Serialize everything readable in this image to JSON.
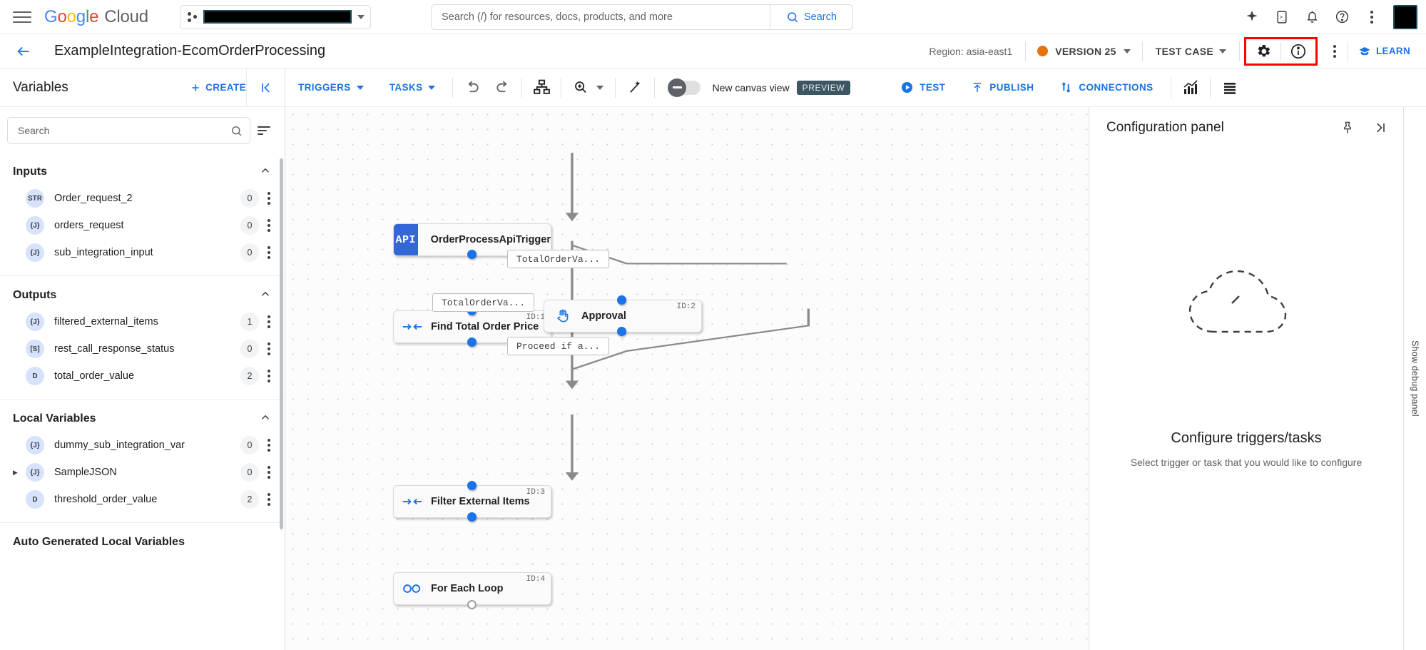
{
  "topbar": {
    "logo_google": "Google",
    "logo_cloud": "Cloud",
    "project_selector_value": "",
    "search_placeholder": "Search (/) for resources, docs, products, and more",
    "search_button_label": "Search",
    "icons": [
      "gemini-sparkle-icon",
      "cloud-shell-icon",
      "notifications-bell-icon",
      "help-question-icon",
      "overflow-kebab-icon",
      "user-avatar"
    ]
  },
  "titlebar": {
    "back_label": "←",
    "page_title": "ExampleIntegration-EcomOrderProcessing",
    "region_label": "Region: asia-east1",
    "version_label": "VERSION 25",
    "version_status_color": "#E8710A",
    "test_case_label": "TEST CASE",
    "learn_label": "LEARN",
    "highlight_color": "#FF0000",
    "highlighted_icons": [
      "settings-gear-icon",
      "info-circle-icon"
    ]
  },
  "toolrow": {
    "triggers_label": "TRIGGERS",
    "tasks_label": "TASKS",
    "undo_icon": "undo-icon",
    "redo_icon": "redo-icon",
    "layout_icon": "auto-layout-icon",
    "zoom_icon": "zoom-icon",
    "magic_icon": "magic-wand-icon",
    "new_canvas_label": "New canvas view",
    "preview_badge": "PREVIEW",
    "test_label": "TEST",
    "publish_label": "PUBLISH",
    "connections_label": "CONNECTIONS",
    "analytics_icon": "analytics-chart-icon",
    "logs_icon": "logs-list-icon"
  },
  "variables_panel": {
    "title": "Variables",
    "create_label": "CREATE",
    "collapse_icon": "collapse-panel-icon",
    "search_placeholder": "Search",
    "search_value": "",
    "sort_icon": "sort-filter-icon",
    "groups": [
      {
        "title": "Inputs",
        "items": [
          {
            "type": "STR",
            "name": "Order_request_2",
            "count": "0",
            "expandable": false
          },
          {
            "type": "{J}",
            "name": "orders_request",
            "count": "0",
            "expandable": false
          },
          {
            "type": "{J}",
            "name": "sub_integration_input",
            "count": "0",
            "expandable": false
          }
        ]
      },
      {
        "title": "Outputs",
        "items": [
          {
            "type": "{J}",
            "name": "filtered_external_items",
            "count": "1",
            "expandable": false
          },
          {
            "type": "[S]",
            "name": "rest_call_response_status",
            "count": "0",
            "expandable": false
          },
          {
            "type": "D",
            "name": "total_order_value",
            "count": "2",
            "expandable": false
          }
        ]
      },
      {
        "title": "Local Variables",
        "items": [
          {
            "type": "{J}",
            "name": "dummy_sub_integration_var",
            "count": "0",
            "expandable": false
          },
          {
            "type": "{J}",
            "name": "SampleJSON",
            "count": "0",
            "expandable": true
          },
          {
            "type": "D",
            "name": "threshold_order_value",
            "count": "2",
            "expandable": false
          }
        ]
      },
      {
        "title": "Auto Generated Local Variables",
        "items": []
      }
    ]
  },
  "canvas": {
    "nodes": [
      {
        "id": "",
        "label": "OrderProcessApiTrigger",
        "icon": "api-trigger-icon",
        "kind": "trigger"
      },
      {
        "id": "ID:1",
        "label": "Find Total Order Price",
        "icon": "data-mapping-icon",
        "kind": "task"
      },
      {
        "id": "ID:2",
        "label": "Approval",
        "icon": "approval-hand-icon",
        "kind": "task"
      },
      {
        "id": "ID:3",
        "label": "Filter External Items",
        "icon": "data-mapping-icon",
        "kind": "task"
      },
      {
        "id": "ID:4",
        "label": "For Each Loop",
        "icon": "loop-infinity-icon",
        "kind": "task"
      }
    ],
    "edge_labels": [
      {
        "text": "TotalOrderVa..."
      },
      {
        "text": "TotalOrderVa..."
      },
      {
        "text": "Proceed if a..."
      }
    ]
  },
  "config_panel": {
    "title": "Configuration panel",
    "pin_icon": "pin-icon",
    "expand_icon": "expand-panel-icon",
    "empty_heading": "Configure triggers/tasks",
    "empty_sub": "Select trigger or task that you would like to configure",
    "illustration": "dashed-cloud-illustration"
  },
  "right_rail": {
    "label": "Show debug panel"
  }
}
